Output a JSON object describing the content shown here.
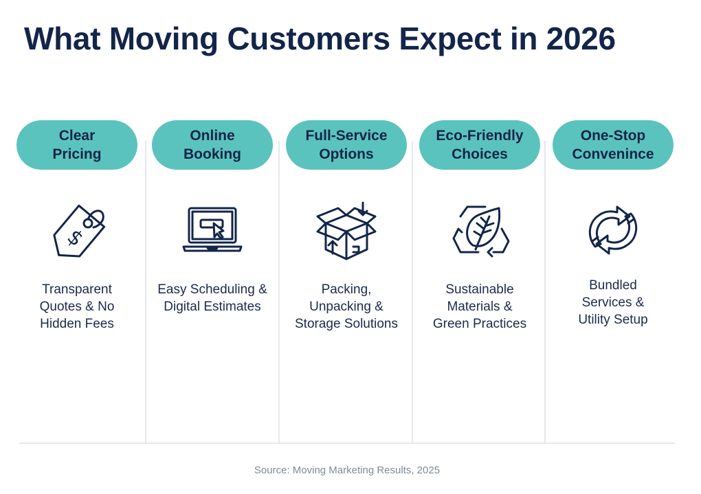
{
  "title": "What Moving Customers Expect in 2026",
  "colors": {
    "pill": "#5bc3bd",
    "navy": "#132549",
    "divider": "#e4e8ec",
    "source_text": "#7f8b99"
  },
  "columns": [
    {
      "heading": "Clear\nPricing",
      "icon": "price-tag-icon",
      "description": "Transparent\nQuotes & No\nHidden Fees"
    },
    {
      "heading": "Online\nBooking",
      "icon": "laptop-click-icon",
      "description": "Easy Scheduling &\nDigital Estimates"
    },
    {
      "heading": "Full-Service\nOptions",
      "icon": "open-box-icon",
      "description": "Packing,\nUnpacking &\nStorage Solutions"
    },
    {
      "heading": "Eco-Friendly\nChoices",
      "icon": "recycle-leaf-icon",
      "description": "Sustainable\nMaterials &\nGreen Practices"
    },
    {
      "heading": "One-Stop\nConvenince",
      "icon": "refresh-arrows-icon",
      "description": "Bundled\nServices &\nUtility Setup"
    }
  ],
  "source": "Source: Moving Marketing Results, 2025"
}
